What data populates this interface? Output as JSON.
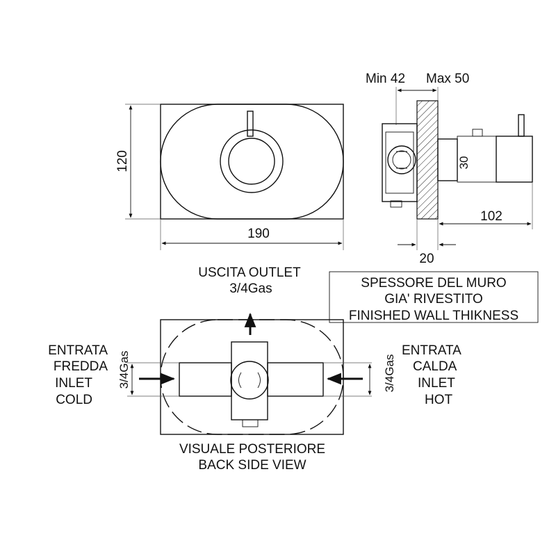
{
  "front_view": {
    "height_dim": "120",
    "width_dim": "190"
  },
  "side_view": {
    "min_label": "Min 42",
    "max_label": "Max 50",
    "depth_dim": "102",
    "wall_dim": "20",
    "stamp": "30"
  },
  "wall_note": {
    "lines": [
      "SPESSORE DEL MURO",
      "GIA' RIVESTITO",
      "FINISHED WALL THIKNESS"
    ]
  },
  "back_view": {
    "outlet": {
      "line1": "USCITA  OUTLET",
      "line2": "3/4Gas"
    },
    "inlet_cold": {
      "lines": [
        "ENTRATA",
        "FREDDA",
        "INLET",
        "COLD"
      ],
      "size": "3/4Gas"
    },
    "inlet_hot": {
      "lines": [
        "ENTRATA",
        "CALDA",
        "INLET",
        "HOT"
      ],
      "size": "3/4Gas"
    },
    "caption": {
      "line1": "VISUALE POSTERIORE",
      "line2": "BACK SIDE VIEW"
    }
  },
  "colors": {
    "line": "#111111",
    "background": "#ffffff"
  }
}
